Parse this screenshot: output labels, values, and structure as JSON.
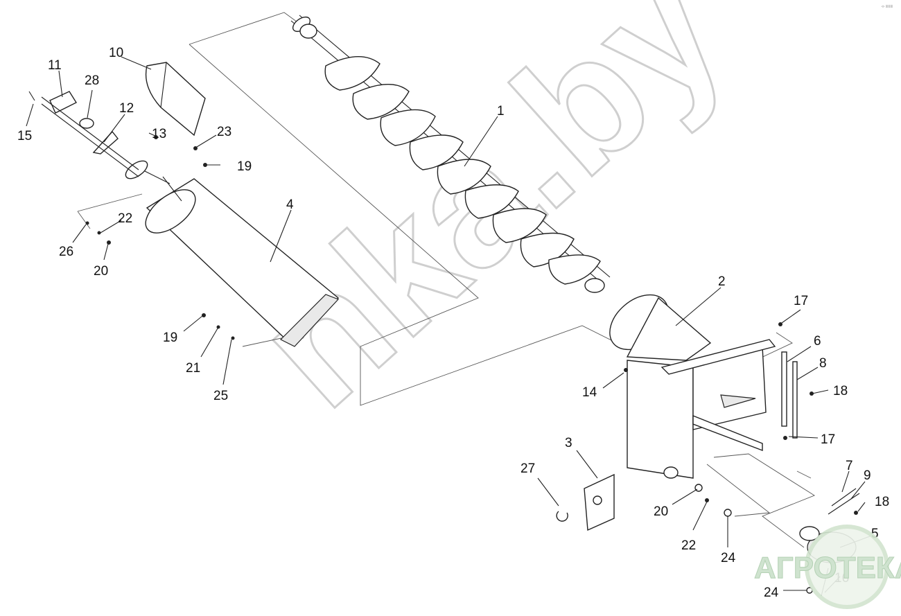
{
  "watermark": {
    "text": "nka.by"
  },
  "brand_logo": {
    "text": "АГРОТЕКА",
    "circle_color": "#d9ead3"
  },
  "corner_text": "‹›  ≡≡≡",
  "callouts": [
    "1",
    "2",
    "3",
    "4",
    "5",
    "6",
    "7",
    "8",
    "9",
    "10",
    "11",
    "12",
    "13",
    "14",
    "15",
    "16",
    "17",
    "17",
    "18",
    "18",
    "19",
    "19",
    "20",
    "20",
    "21",
    "22",
    "22",
    "23",
    "24",
    "24",
    "25",
    "26",
    "27",
    "28"
  ]
}
